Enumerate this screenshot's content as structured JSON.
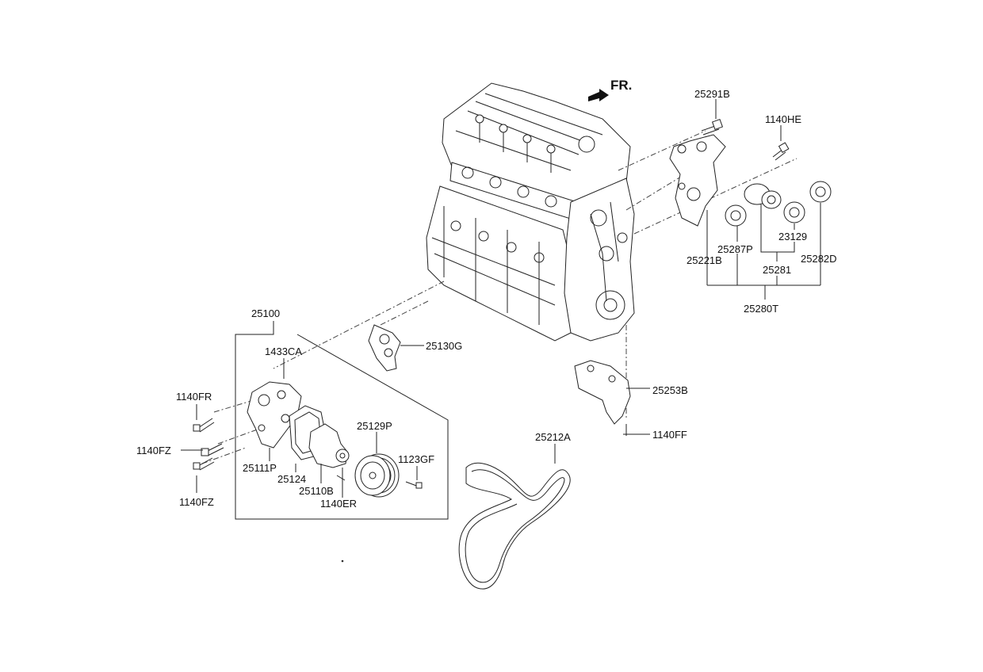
{
  "direction": {
    "label": "FR."
  },
  "labels": {
    "p25291B": "25291B",
    "p1140HE": "1140HE",
    "p25287P": "25287P",
    "p23129": "23129",
    "p25221B": "25221B",
    "p25282D": "25282D",
    "p25281": "25281",
    "p25280T": "25280T",
    "p25100": "25100",
    "p1433CA": "1433CA",
    "p25130G": "25130G",
    "p1140FR": "1140FR",
    "p1140FZ_a": "1140FZ",
    "p1140FZ_b": "1140FZ",
    "p25111P": "25111P",
    "p25124": "25124",
    "p25110B": "25110B",
    "p1140ER": "1140ER",
    "p25129P": "25129P",
    "p1123GF": "1123GF",
    "p25212A": "25212A",
    "p25253B": "25253B",
    "p1140FF": "1140FF"
  }
}
